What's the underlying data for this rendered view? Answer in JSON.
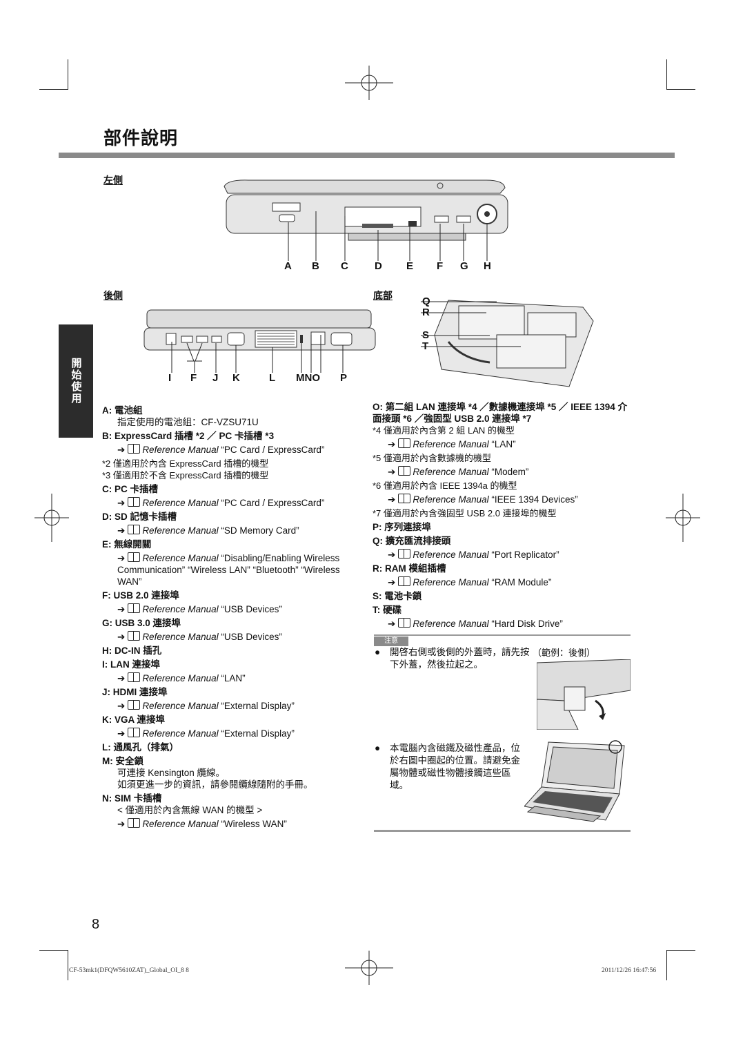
{
  "page_title": "部件說明",
  "side_tab": "開始使用",
  "sections": {
    "left": "左側",
    "rear": "後側",
    "bottom": "底部"
  },
  "callouts": {
    "left": [
      "A",
      "B",
      "C",
      "D",
      "E",
      "F",
      "G",
      "H"
    ],
    "rear": [
      "I",
      "F",
      "J",
      "K",
      "L",
      "MNO",
      "P"
    ],
    "bottom": [
      "Q",
      "R",
      "S",
      "T"
    ]
  },
  "left_col": [
    {
      "t": "h",
      "text": "A: 電池組"
    },
    {
      "t": "d",
      "text": "指定使用的電池組：CF-VZSU71U"
    },
    {
      "t": "h",
      "text": "B: ExpressCard 插槽 *2 ／ PC 卡插槽 *3"
    },
    {
      "t": "r",
      "ref": "Reference Manual",
      "text": "“PC Card / ExpressCard”"
    },
    {
      "t": "n",
      "text": "*2 僅適用於內含 ExpressCard 插槽的機型"
    },
    {
      "t": "n",
      "text": "*3 僅適用於不含 ExpressCard 插槽的機型"
    },
    {
      "t": "h",
      "text": "C: PC 卡插槽"
    },
    {
      "t": "r",
      "ref": "Reference Manual",
      "text": "“PC Card / ExpressCard”"
    },
    {
      "t": "h",
      "text": "D: SD 記憶卡插槽"
    },
    {
      "t": "r",
      "ref": "Reference Manual",
      "text": "“SD Memory Card”"
    },
    {
      "t": "h",
      "text": "E: 無線開關"
    },
    {
      "t": "r",
      "ref": "Reference Manual",
      "text": "“Disabling/Enabling Wireless Communication” “Wireless LAN” “Bluetooth” “Wireless WAN”"
    },
    {
      "t": "h",
      "text": "F: USB 2.0 連接埠"
    },
    {
      "t": "r",
      "ref": "Reference Manual",
      "text": "“USB Devices”"
    },
    {
      "t": "h",
      "text": "G: USB 3.0 連接埠"
    },
    {
      "t": "r",
      "ref": "Reference Manual",
      "text": "“USB Devices”"
    },
    {
      "t": "h",
      "text": "H: DC-IN 插孔"
    },
    {
      "t": "h",
      "text": "I: LAN 連接埠"
    },
    {
      "t": "r",
      "ref": "Reference Manual",
      "text": "“LAN”"
    },
    {
      "t": "h",
      "text": "J: HDMI 連接埠"
    },
    {
      "t": "r",
      "ref": "Reference Manual",
      "text": "“External Display”"
    },
    {
      "t": "h",
      "text": "K: VGA 連接埠"
    },
    {
      "t": "r",
      "ref": "Reference Manual",
      "text": "“External Display”"
    },
    {
      "t": "h",
      "text": "L: 通風孔（排氣）"
    },
    {
      "t": "h",
      "text": "M: 安全鎖"
    },
    {
      "t": "d",
      "text": "可連接 Kensington 纜線。"
    },
    {
      "t": "d",
      "text": "如須更進一步的資訊，請參閱纜線隨附的手冊。"
    },
    {
      "t": "h",
      "text": "N: SIM 卡插槽"
    },
    {
      "t": "d",
      "text": "< 僅適用於內含無線 WAN 的機型 >"
    },
    {
      "t": "r",
      "ref": "Reference Manual",
      "text": "“Wireless WAN”"
    }
  ],
  "right_col": [
    {
      "t": "h",
      "text": "O: 第二組 LAN 連接埠 *4 ／數據機連接埠 *5 ／ IEEE 1394 介面接頭 *6 ／強固型 USB 2.0 連接埠 *7"
    },
    {
      "t": "n",
      "text": "*4 僅適用於內含第 2 組 LAN 的機型"
    },
    {
      "t": "r",
      "ref": "Reference Manual",
      "text": "“LAN”"
    },
    {
      "t": "n",
      "text": "*5 僅適用於內含數據機的機型"
    },
    {
      "t": "r",
      "ref": "Reference Manual",
      "text": "“Modem”"
    },
    {
      "t": "n",
      "text": "*6 僅適用於內含 IEEE 1394a 的機型"
    },
    {
      "t": "r",
      "ref": "Reference Manual",
      "text": "“IEEE 1394 Devices”"
    },
    {
      "t": "n",
      "text": "*7 僅適用於內含強固型 USB 2.0 連接埠的機型"
    },
    {
      "t": "h",
      "text": "P: 序列連接埠"
    },
    {
      "t": "h",
      "text": "Q: 擴充匯流排接頭"
    },
    {
      "t": "r",
      "ref": "Reference Manual",
      "text": "“Port Replicator”"
    },
    {
      "t": "h",
      "text": "R: RAM 模組插槽"
    },
    {
      "t": "r",
      "ref": "Reference Manual",
      "text": "“RAM Module”"
    },
    {
      "t": "h",
      "text": "S: 電池卡鎖"
    },
    {
      "t": "h",
      "text": "T: 硬碟"
    },
    {
      "t": "r",
      "ref": "Reference Manual",
      "text": "“Hard Disk Drive”"
    }
  ],
  "note": {
    "tag": "注意",
    "bullet1": "開啓右側或後側的外蓋時，請先按下外蓋，然後拉起之。",
    "example": "（範例：後側）",
    "bullet2": "本電腦內含磁鐵及磁性產品，位於右圖中圈起的位置。請避免金屬物體或磁性物體接觸這些區域。"
  },
  "page_number": "8",
  "footer_left": "CF-53mk1(DFQW5610ZAT)_Global_OI_8   8",
  "footer_right": "2011/12/26   16:47:56"
}
